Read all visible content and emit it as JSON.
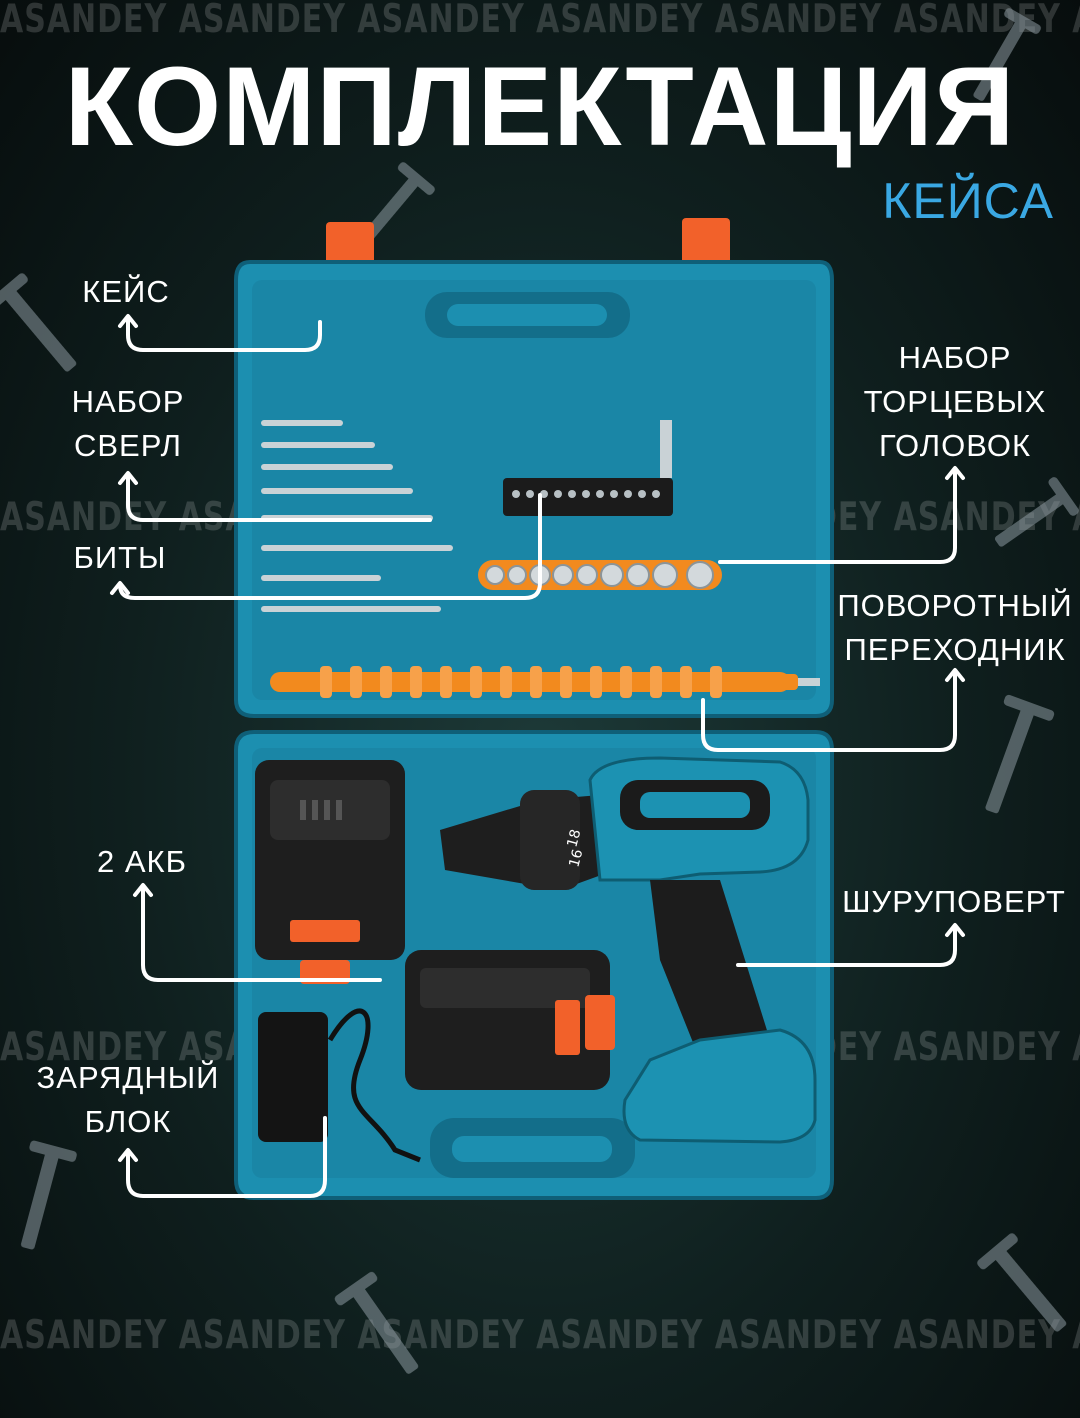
{
  "watermark": "ASANDEY ASANDEY ASANDEY ASANDEY ASANDEY ASANDEY ASANDEY ASANDEY",
  "title": "КОМПЛЕКТАЦИЯ",
  "subtitle": "КЕЙСА",
  "labels": {
    "case": [
      "КЕЙС"
    ],
    "drills": [
      "НАБОР",
      "СВЕРЛ"
    ],
    "bits": [
      "БИТЫ"
    ],
    "sockets": [
      "НАБОР",
      "ТОРЦЕВЫХ",
      "ГОЛОВОК"
    ],
    "adapter": [
      "ПОВОРОТНЫЙ",
      "ПЕРЕХОДНИК"
    ],
    "batteries": [
      "2 АКБ"
    ],
    "screwdriver": [
      "ШУРУПОВЕРТ"
    ],
    "charger": [
      "ЗАРЯДНЫЙ",
      "БЛОК"
    ]
  },
  "drill_markings": [
    "18",
    "16"
  ],
  "colors": {
    "case": "#1c8fb0",
    "case_dark": "#136e8a",
    "accent_orange": "#f2612a",
    "title": "#ffffff",
    "subtitle": "#3aa8e3",
    "background": "#0f1f1e"
  }
}
